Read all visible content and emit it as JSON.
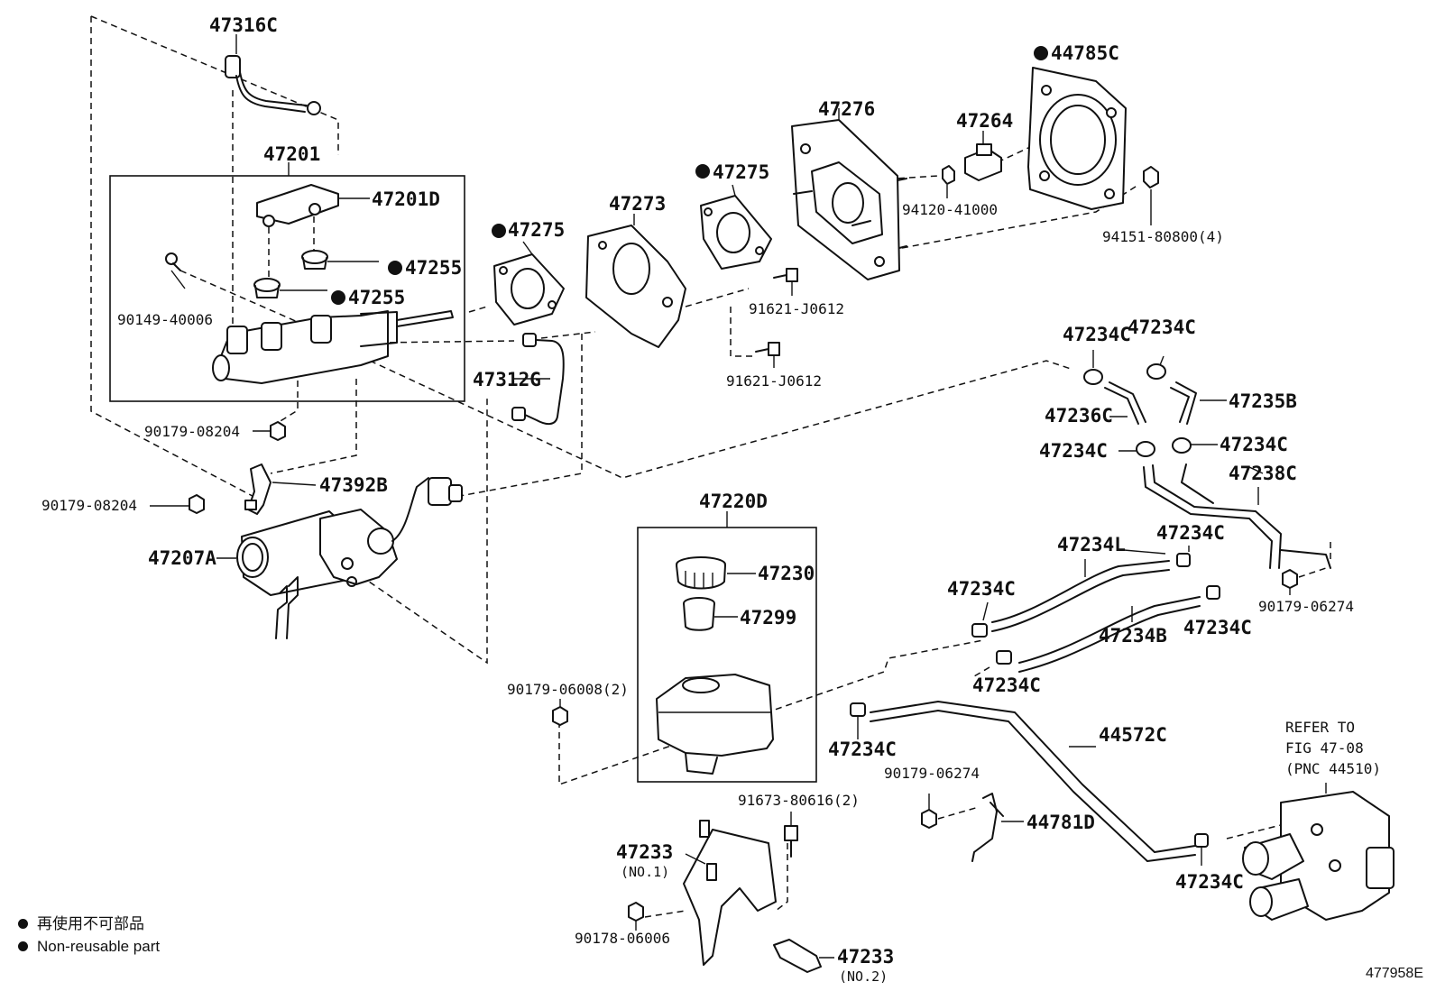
{
  "labels": {
    "l47316C": "47316C",
    "l47201": "47201",
    "l47201D": "47201D",
    "l47255a": "47255",
    "l47255b": "47255",
    "l90149": "90149-40006",
    "l47275a": "47275",
    "l47273": "47273",
    "l47275b": "47275",
    "l47276": "47276",
    "l47264": "47264",
    "l44785C": "44785C",
    "l94120": "94120-41000",
    "l94151": "94151-80800(4)",
    "l91621a": "91621-J0612",
    "l91621b": "91621-J0612",
    "l47312G": "47312G",
    "l90179_08204a": "90179-08204",
    "l90179_08204b": "90179-08204",
    "l47392B": "47392B",
    "l47207A": "47207A",
    "l47220D": "47220D",
    "l47230": "47230",
    "l47299": "47299",
    "l90179_06008": "90179-06008(2)",
    "l47234C_1": "47234C",
    "l47234C_2": "47234C",
    "l47236C": "47236C",
    "l47235B": "47235B",
    "l47234C_3": "47234C",
    "l47234C_4": "47234C",
    "l47238C": "47238C",
    "l47234L": "47234L",
    "l47234C_5": "47234C",
    "l47234C_6": "47234C",
    "l47234B": "47234B",
    "l47234C_7": "47234C",
    "l90179_06274a": "90179-06274",
    "l47234C_8": "47234C",
    "l47234C_9": "47234C",
    "l44572C": "44572C",
    "l90179_06274b": "90179-06274",
    "l44781D": "44781D",
    "l91673": "91673-80616(2)",
    "l47233a": "47233",
    "l47233a_sub": "(NO.1)",
    "l90178": "90178-06006",
    "l47233b": "47233",
    "l47233b_sub": "(NO.2)",
    "l47234C_10": "47234C",
    "refer1": "REFER TO",
    "refer2": "FIG 47-08",
    "refer3": "(PNC 44510)"
  },
  "legend": {
    "line1": "再使用不可部品",
    "line2": "Non-reusable part"
  },
  "ref_code": "477958E"
}
